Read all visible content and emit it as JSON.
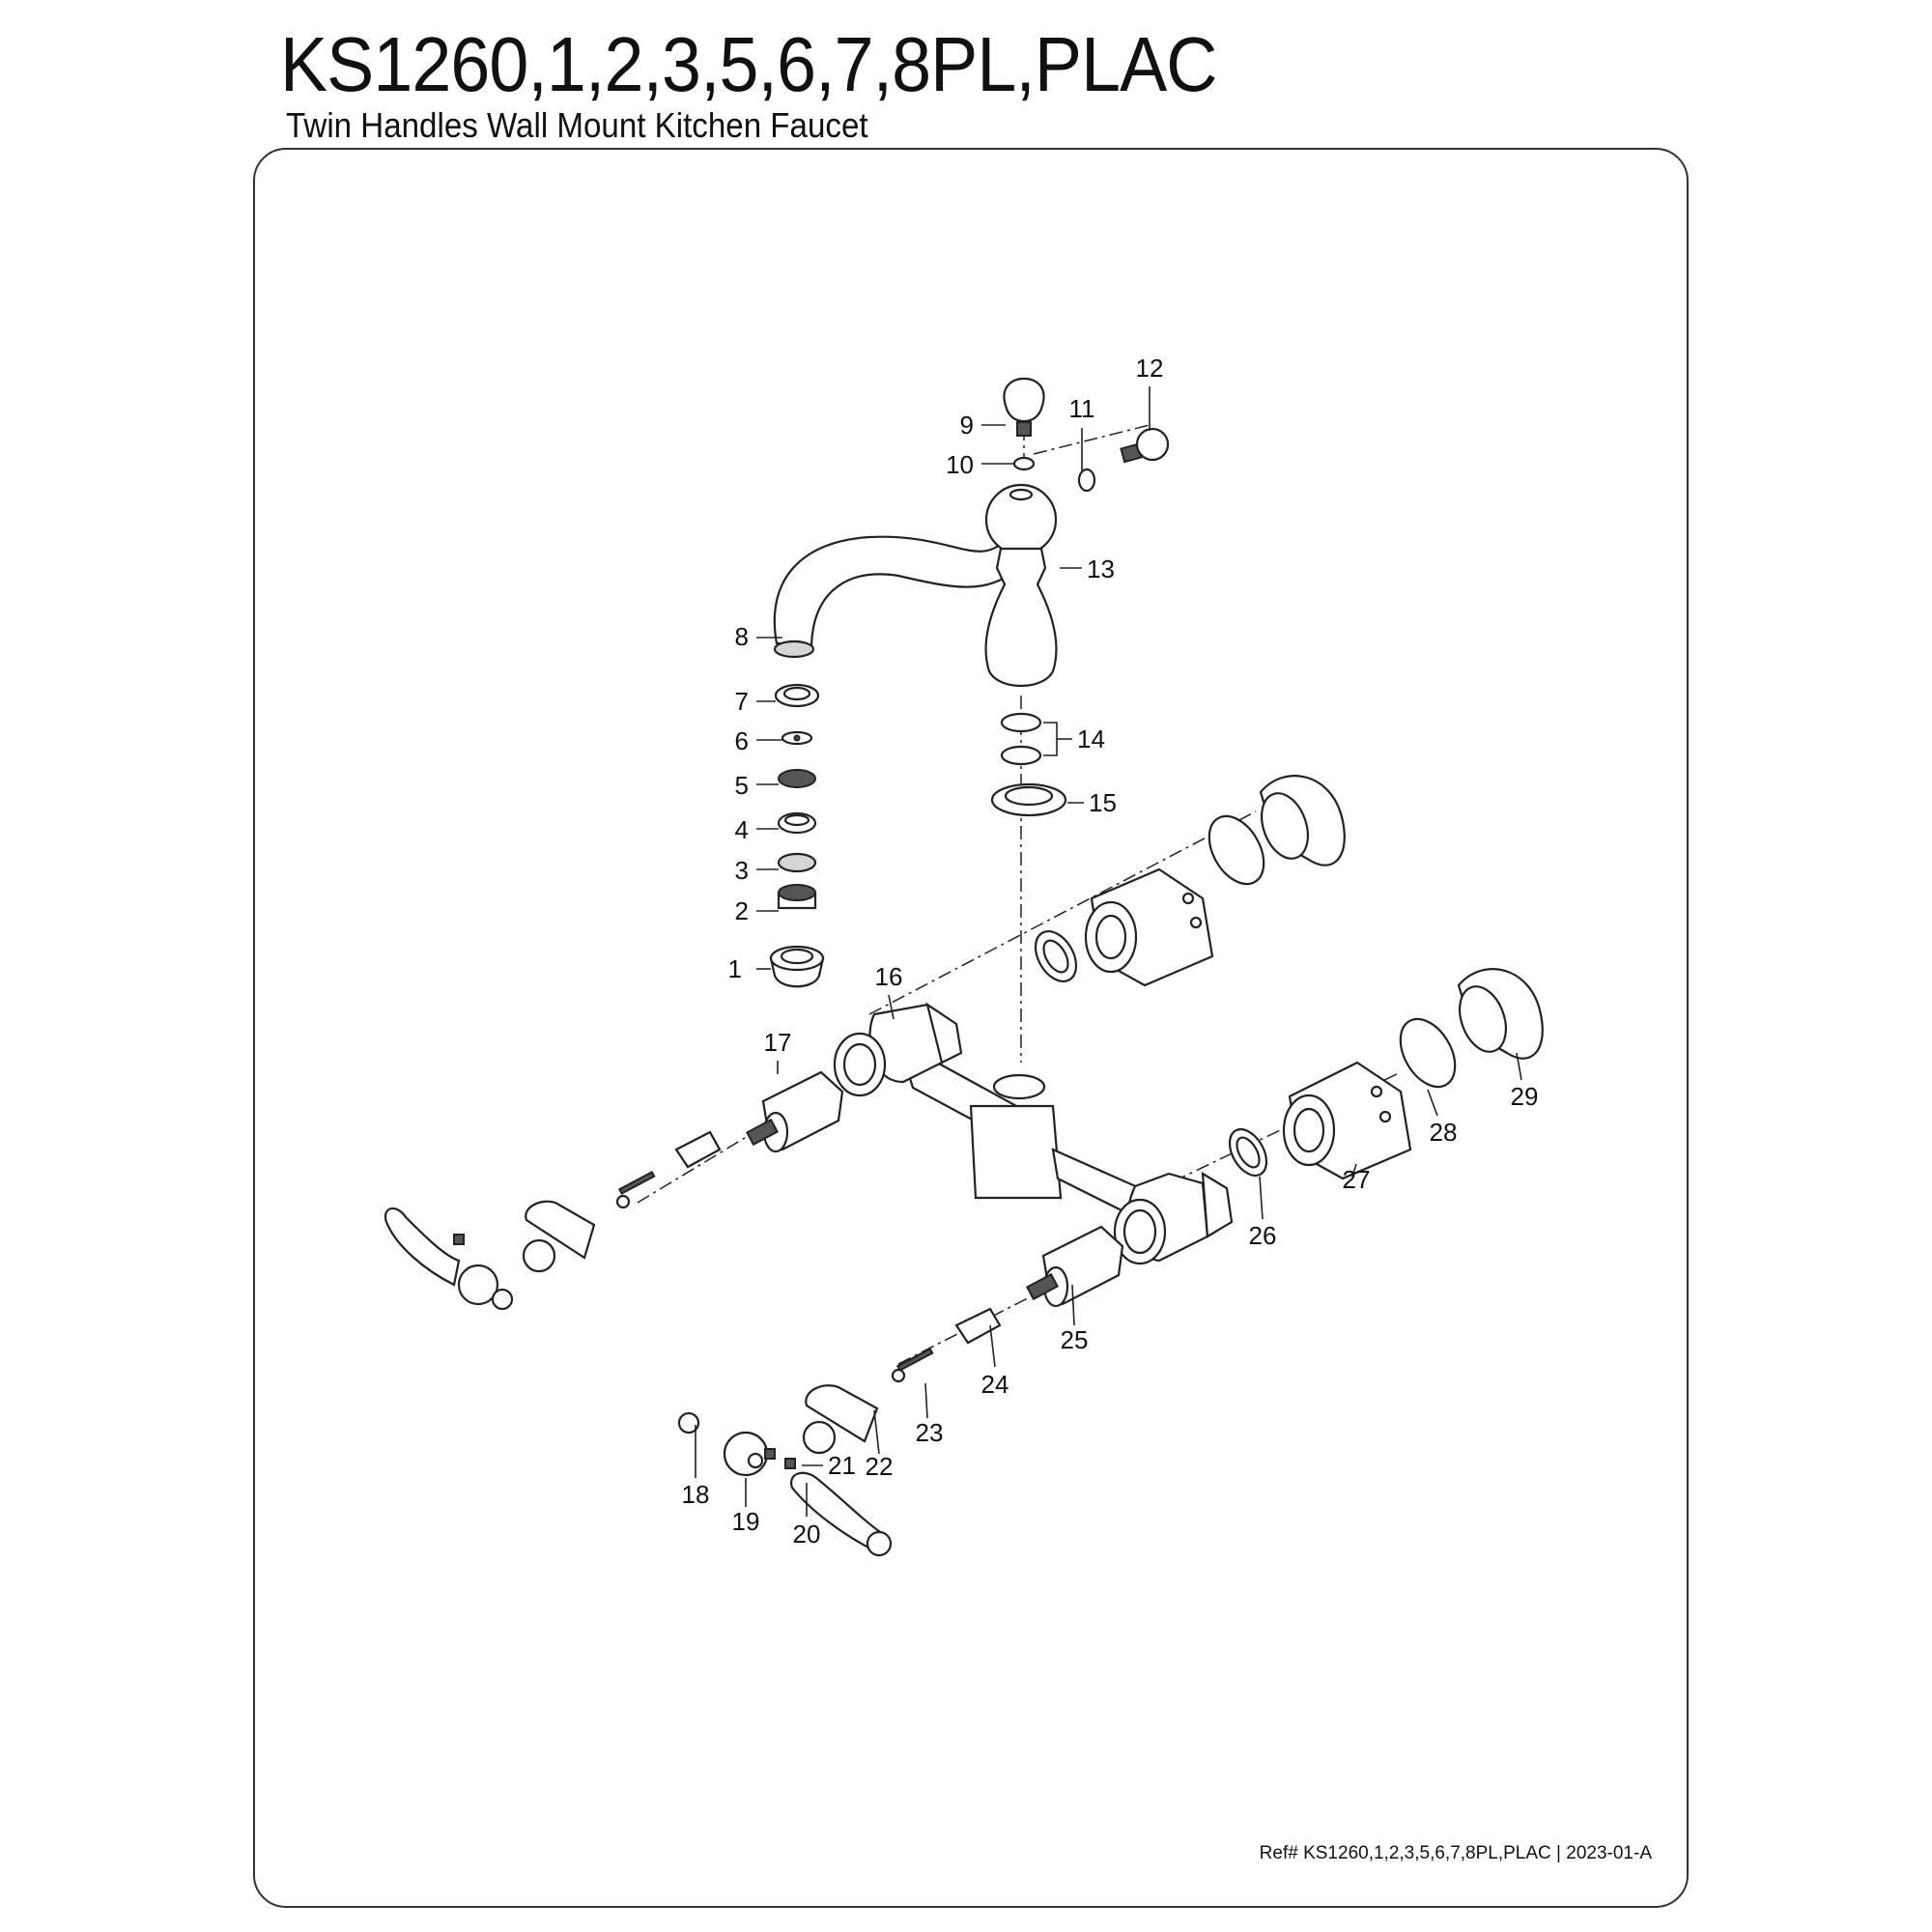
{
  "header": {
    "title": "KS1260,1,2,3,5,6,7,8PL,PLAC",
    "subtitle": "Twin Handles Wall Mount Kitchen Faucet"
  },
  "footer": {
    "reference": "Ref# KS1260,1,2,3,5,6,7,8PL,PLAC | 2023-01-A"
  },
  "callouts": [
    "1",
    "2",
    "3",
    "4",
    "5",
    "6",
    "7",
    "8",
    "9",
    "10",
    "11",
    "12",
    "13",
    "14",
    "15",
    "16",
    "17",
    "18",
    "19",
    "20",
    "21",
    "22",
    "23",
    "24",
    "25",
    "26",
    "27",
    "28",
    "29"
  ]
}
